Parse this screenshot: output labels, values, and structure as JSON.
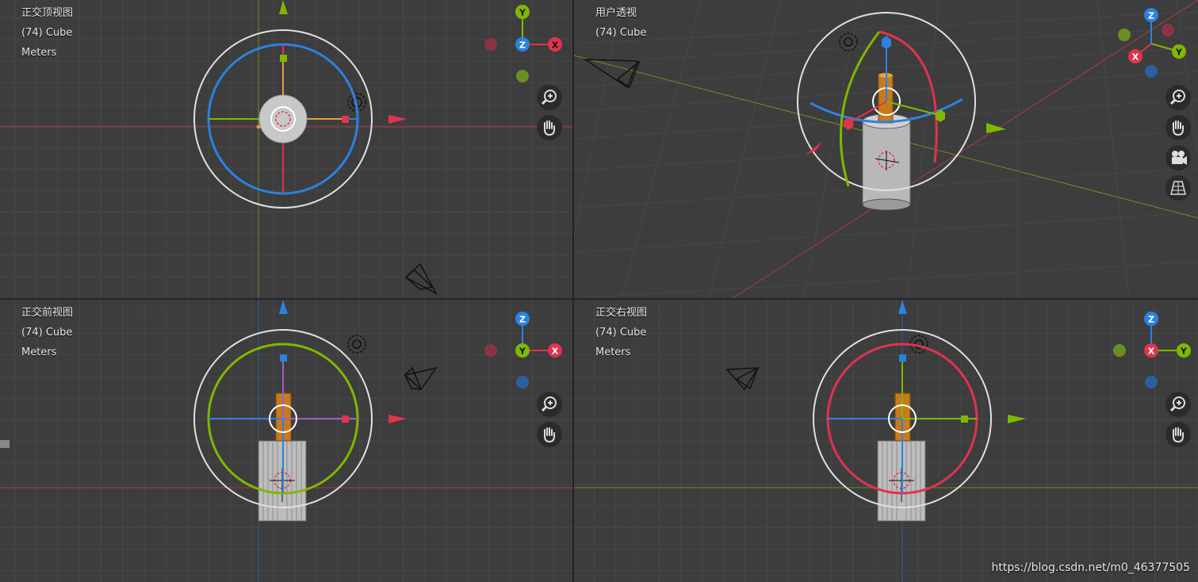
{
  "viewports": {
    "top": {
      "view_name": "正交顶视图",
      "object": "(74) Cube",
      "units": "Meters",
      "gizmo": {
        "up": "Y",
        "center": "Z",
        "right": "X"
      }
    },
    "user": {
      "view_name": "用户透视",
      "object": "(74) Cube",
      "gizmo": {
        "up": "Z",
        "left": "X",
        "right": "Y"
      }
    },
    "front": {
      "view_name": "正交前视图",
      "object": "(74) Cube",
      "units": "Meters",
      "gizmo": {
        "up": "Z",
        "center": "Y",
        "right": "X"
      }
    },
    "right": {
      "view_name": "正交右视图",
      "object": "(74) Cube",
      "units": "Meters",
      "gizmo": {
        "up": "Z",
        "center": "X",
        "right": "Y"
      }
    }
  },
  "nav_buttons": {
    "zoom_icon": "zoom-in-icon",
    "pan_icon": "hand-pan-icon",
    "camera_icon": "camera-view-icon",
    "ortho_icon": "perspective-grid-icon"
  },
  "colors": {
    "axis_x": "#e0334f",
    "axis_y": "#7fb800",
    "axis_z": "#2c82e0",
    "gizmo_ring_white": "#e0e0e0",
    "background": "#3d3d3d"
  },
  "watermark": "https://blog.csdn.net/m0_46377505"
}
